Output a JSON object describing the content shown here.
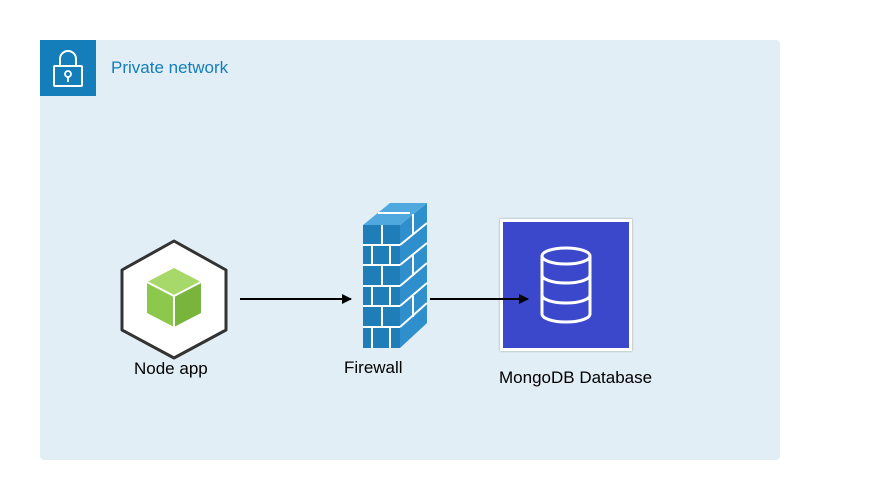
{
  "group": {
    "label": "Private network",
    "icon": "lock-icon",
    "colors": {
      "fill": "#e1eef6",
      "accent": "#147eba"
    }
  },
  "nodes": [
    {
      "id": "node-app",
      "label": "Node app",
      "icon": "node-app-cube-icon",
      "color": "#8cc84b"
    },
    {
      "id": "firewall",
      "label": "Firewall",
      "icon": "firewall-brick-wall-icon",
      "color": "#1f7db8"
    },
    {
      "id": "mongodb",
      "label": "MongoDB Database",
      "icon": "database-icon",
      "color": "#3b48cc"
    }
  ],
  "edges": [
    {
      "from": "node-app",
      "to": "firewall"
    },
    {
      "from": "firewall",
      "to": "mongodb"
    }
  ]
}
